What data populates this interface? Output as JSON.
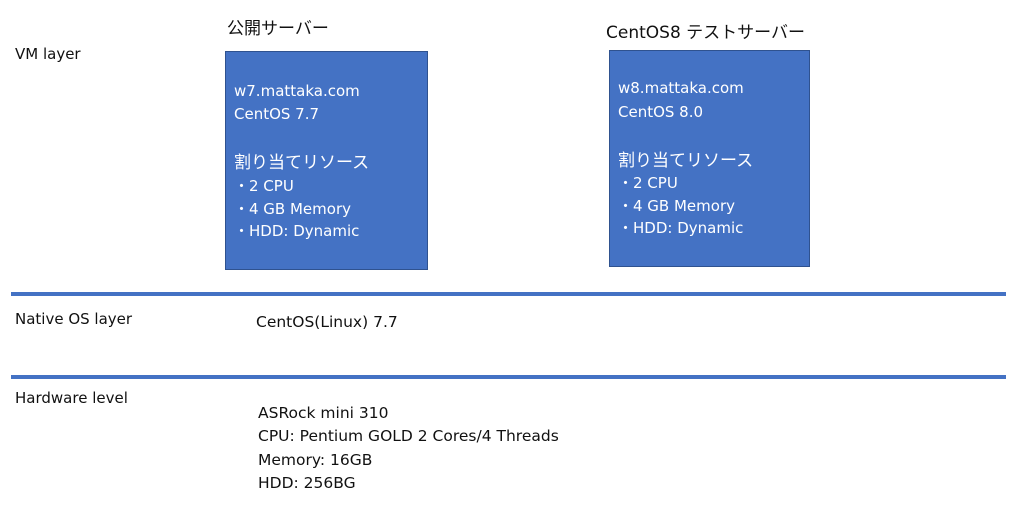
{
  "layers": {
    "vm": "VM layer",
    "native_os": "Native OS layer",
    "hardware": "Hardware level"
  },
  "vms": [
    {
      "title": "公開サーバー",
      "host": "w7.mattaka.com",
      "os": "CentOS 7.7",
      "resources_title": "割り当てリソース",
      "resources": [
        "・2 CPU",
        "・4 GB Memory",
        "・HDD: Dynamic"
      ]
    },
    {
      "title": "CentOS8 テストサーバー",
      "host": "w8.mattaka.com",
      "os": "CentOS 8.0",
      "resources_title": "割り当てリソース",
      "resources": [
        "・2 CPU",
        "・4 GB Memory",
        "・HDD: Dynamic"
      ]
    }
  ],
  "native_os": "CentOS(Linux) 7.7",
  "hardware": [
    "ASRock mini 310",
    "CPU: Pentium GOLD 2 Cores/4 Threads",
    "Memory: 16GB",
    "HDD: 256BG"
  ],
  "colors": {
    "vm_box_fill": "#4472c4",
    "vm_box_border": "#2f528f",
    "divider": "#4472c4",
    "text": "#111111",
    "box_text": "#ffffff"
  }
}
